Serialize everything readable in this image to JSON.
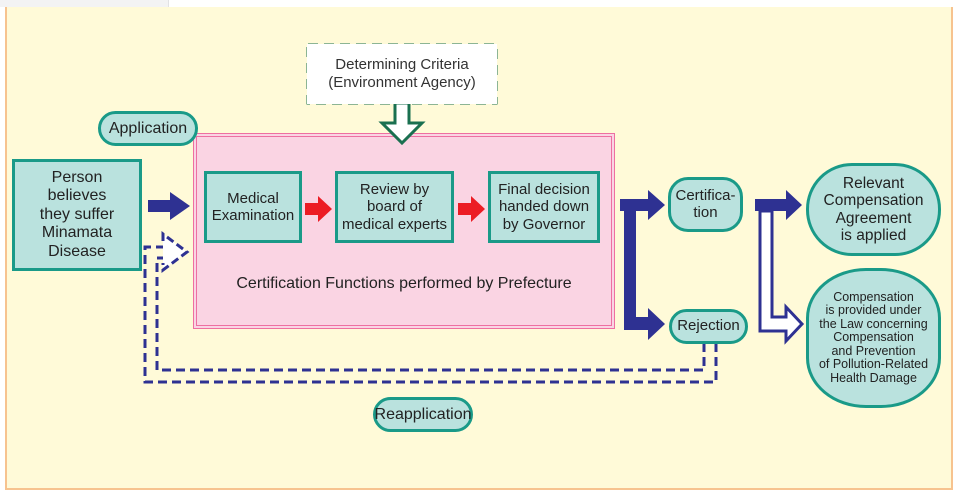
{
  "diagram": {
    "criteria_box": {
      "lines": [
        "Determining Criteria",
        "(Environment Agency)"
      ]
    },
    "application_label": "Application",
    "applicant_box": {
      "lines": [
        "Person",
        "believes",
        "they suffer",
        "Minamata",
        "Disease"
      ]
    },
    "prefecture_group": {
      "label": "Certification Functions performed by Prefecture",
      "steps": [
        {
          "lines": [
            "Medical",
            "Examination"
          ]
        },
        {
          "lines": [
            "Review by",
            "board of",
            "medical experts"
          ]
        },
        {
          "lines": [
            "Final decision",
            "handed down",
            "by Governor"
          ]
        }
      ]
    },
    "certification": {
      "lines": [
        "Certifica-",
        "tion"
      ]
    },
    "rejection": "Rejection",
    "reapplication_label": "Reapplication",
    "outcomes": [
      {
        "lines": [
          "Relevant",
          "Compensation",
          "Agreement",
          "is applied"
        ]
      },
      {
        "lines": [
          "Compensation",
          "is provided under",
          "the Law concerning",
          "Compensation",
          "and Prevention",
          "of Pollution-Related",
          "Health Damage"
        ]
      }
    ],
    "colors": {
      "background": "#fffad8",
      "panel_border": "#f7c38f",
      "box_fill": "#bae2de",
      "box_border": "#1a9a88",
      "prefecture_fill": "#fad4e3",
      "prefecture_border": "#ee6fa1",
      "main_arrow": "#2e3192",
      "step_arrow": "#ec1c24",
      "criteria_border": "#1a7050"
    }
  }
}
